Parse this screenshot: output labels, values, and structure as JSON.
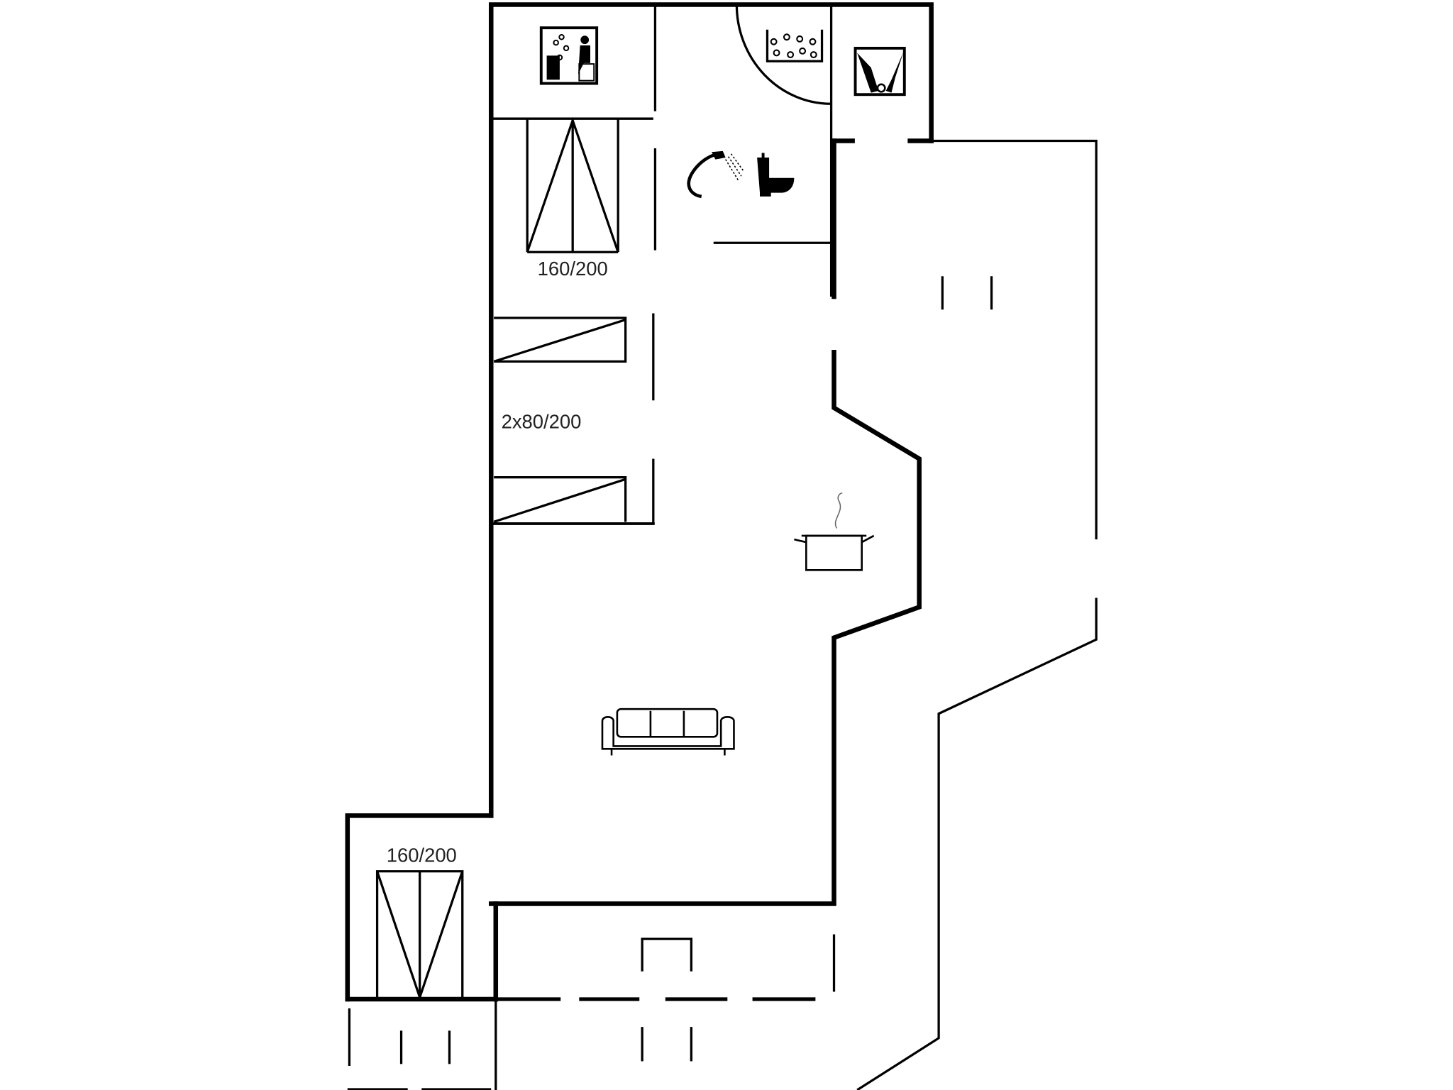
{
  "colors": {
    "wall": "#000000",
    "background": "#ffffff",
    "label": "#222222"
  },
  "rooms": {
    "bedroom_top": {
      "bed_label": "160/200"
    },
    "bedroom_middle": {
      "bed_label": "2x80/200"
    },
    "bedroom_bottom": {
      "bed_label": "160/200"
    }
  },
  "icons": [
    "sauna-icon",
    "spa-bath-icon",
    "washing-machine-icon",
    "shower-icon",
    "toilet-icon",
    "cooking-pot-icon",
    "sofa-icon"
  ]
}
